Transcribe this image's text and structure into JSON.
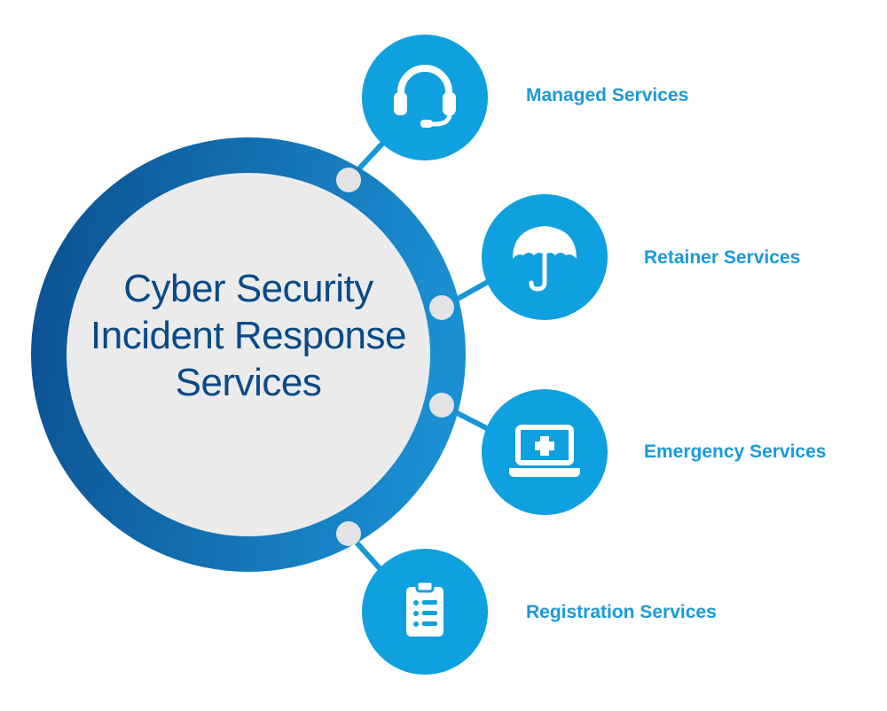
{
  "center": {
    "lines": [
      "Cyber Security",
      "Incident Response",
      "Services"
    ]
  },
  "services": [
    {
      "label": "Managed Services",
      "icon": "headset-icon"
    },
    {
      "label": "Retainer Services",
      "icon": "umbrella-icon"
    },
    {
      "label": "Emergency Services",
      "icon": "laptop-medical-icon"
    },
    {
      "label": "Registration Services",
      "icon": "clipboard-list-icon"
    }
  ],
  "colors": {
    "ring_dark": "#0b4f8f",
    "ring_light": "#1a8fd2",
    "node": "#0ea0df",
    "connector": "#1597d6",
    "center_fill": "#ebebec",
    "center_text": "#0a4a86",
    "label": "#1a9ad9",
    "joint": "#e3e3e5"
  }
}
